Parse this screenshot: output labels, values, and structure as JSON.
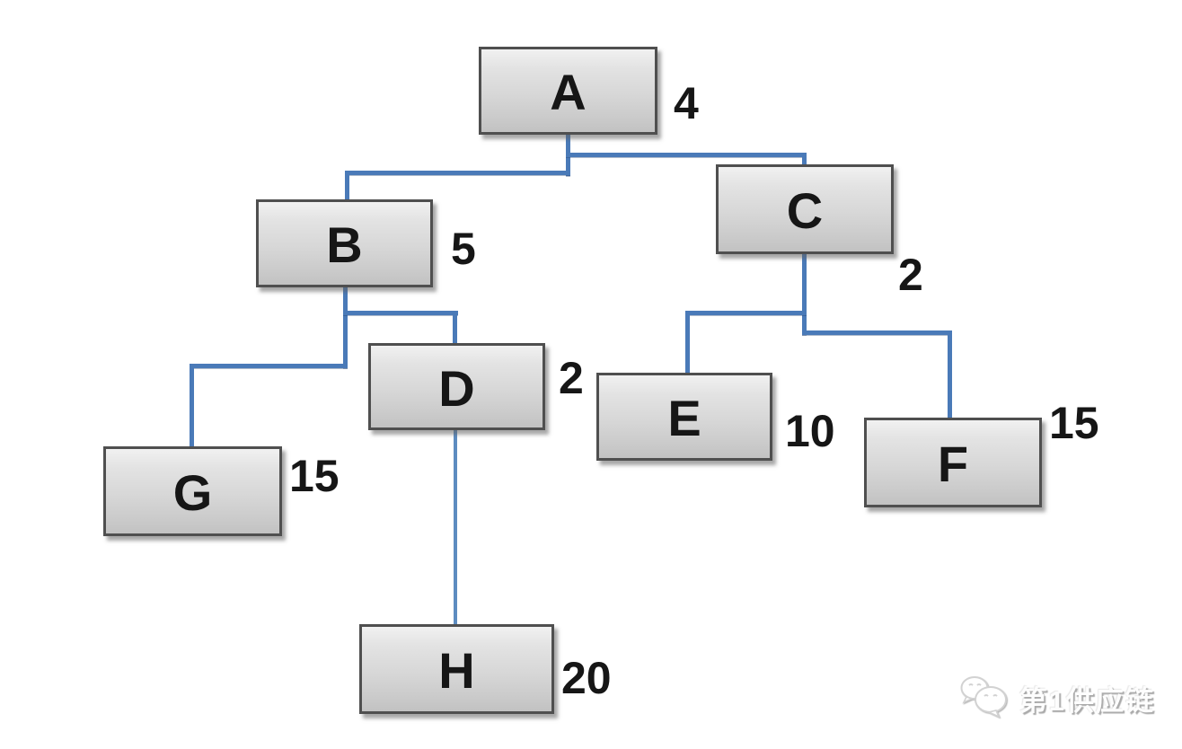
{
  "diagram": {
    "type": "tree",
    "description": "Product structure tree (BOM) with quantity per node",
    "connector_color": "#4a7ab8",
    "box_border_color": "#4f4f4f",
    "box_fill_top": "#f1f1f1",
    "box_fill_bottom": "#c2c2c2",
    "nodes": [
      {
        "id": "A",
        "label": "A",
        "quantity": "4",
        "parent": null
      },
      {
        "id": "B",
        "label": "B",
        "quantity": "5",
        "parent": "A"
      },
      {
        "id": "C",
        "label": "C",
        "quantity": "2",
        "parent": "A"
      },
      {
        "id": "D",
        "label": "D",
        "quantity": "2",
        "parent": "B"
      },
      {
        "id": "E",
        "label": "E",
        "quantity": "10",
        "parent": "C"
      },
      {
        "id": "F",
        "label": "F",
        "quantity": "15",
        "parent": "C"
      },
      {
        "id": "G",
        "label": "G",
        "quantity": "15",
        "parent": "B"
      },
      {
        "id": "H",
        "label": "H",
        "quantity": "20",
        "parent": "D"
      }
    ],
    "edges": [
      {
        "from": "A",
        "to": "B"
      },
      {
        "from": "A",
        "to": "C"
      },
      {
        "from": "B",
        "to": "G"
      },
      {
        "from": "B",
        "to": "D"
      },
      {
        "from": "C",
        "to": "E"
      },
      {
        "from": "C",
        "to": "F"
      },
      {
        "from": "D",
        "to": "H"
      }
    ]
  },
  "watermark": {
    "text": "第1供应链",
    "icon": "chat-bubbles-icon"
  }
}
